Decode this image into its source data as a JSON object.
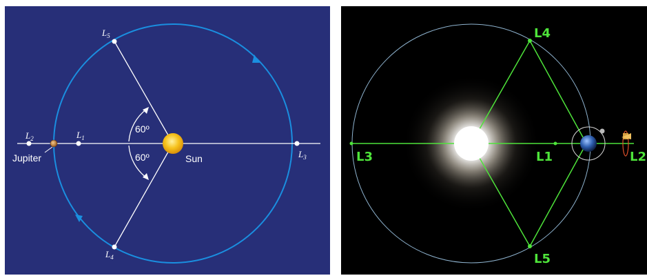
{
  "left_diagram": {
    "labels": {
      "l1_letter": "L",
      "l1_sub": "1",
      "l2_letter": "L",
      "l2_sub": "2",
      "l3_letter": "L",
      "l3_sub": "3",
      "l4_letter": "L",
      "l4_sub": "4",
      "l5_letter": "L",
      "l5_sub": "5",
      "jupiter": "Jupiter",
      "sun": "Sun",
      "angle_upper": "60º",
      "angle_lower": "60º"
    },
    "colors": {
      "background": "#272f78",
      "orbit": "#1a8fe0",
      "lines": "#ffffff",
      "sun": "#f6c21c",
      "jupiter": "#c98a3a"
    }
  },
  "right_diagram": {
    "labels": {
      "l1": "L1",
      "l2": "L2",
      "l3": "L3",
      "l4": "L4",
      "l5": "L5"
    },
    "colors": {
      "background": "#000000",
      "orbit": "#8fb4d0",
      "lines": "#4ee43a",
      "sun": "#ffffff",
      "l2_orbit": "#e0502a"
    }
  }
}
